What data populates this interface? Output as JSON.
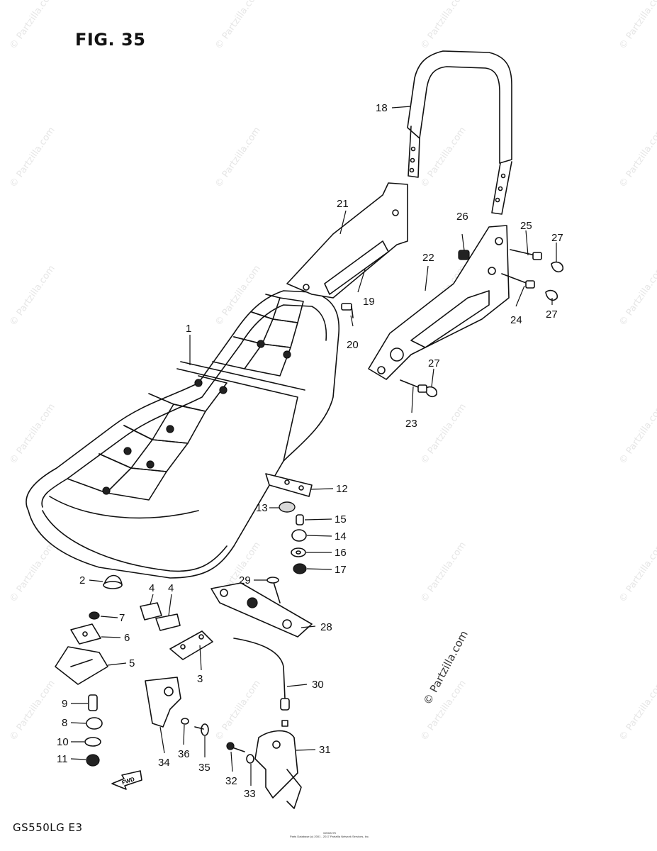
{
  "figure": {
    "title": "FIG. 35",
    "model": "GS550LG  E3"
  },
  "footer": {
    "line1": "02002275",
    "line2": "Parts Database (c) 2001 - 2017 Partzilla Network Services, Inc."
  },
  "watermark": {
    "text": "© Partzilla.com",
    "main_text": "© Partzilla.com"
  },
  "callouts": [
    "1",
    "2",
    "3",
    "4",
    "4",
    "5",
    "6",
    "7",
    "8",
    "9",
    "10",
    "11",
    "12",
    "13",
    "14",
    "15",
    "16",
    "17",
    "18",
    "19",
    "20",
    "21",
    "22",
    "23",
    "24",
    "25",
    "26",
    "27",
    "27",
    "27",
    "28",
    "29",
    "30",
    "31",
    "32",
    "33",
    "34",
    "35",
    "36"
  ],
  "arrow": {
    "label": "FWD"
  },
  "colors": {
    "ink": "#111111",
    "watermark": "#e6e6e6",
    "paper": "#ffffff"
  }
}
